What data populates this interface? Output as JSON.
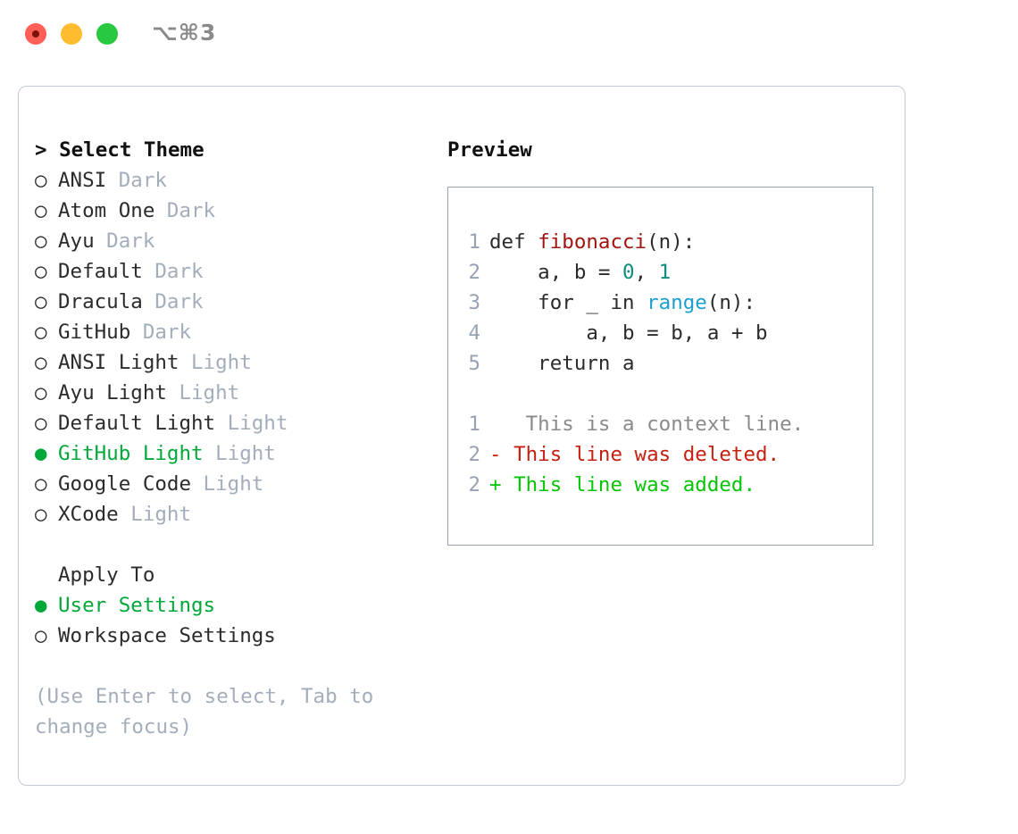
{
  "titlebar": {
    "shortcut": "⌥⌘3",
    "lights": [
      {
        "name": "close",
        "color": "#ff5f57"
      },
      {
        "name": "minimize",
        "color": "#febc2e"
      },
      {
        "name": "maximize",
        "color": "#28c840"
      }
    ]
  },
  "theme_picker": {
    "header": "> Select Theme",
    "marker_selected": "●",
    "marker_unselected": "○",
    "selected_theme": "GitHub Light",
    "items": [
      {
        "marker": "○",
        "name": "ANSI",
        "kind": "Dark",
        "selected": false
      },
      {
        "marker": "○",
        "name": "Atom One",
        "kind": "Dark",
        "selected": false
      },
      {
        "marker": "○",
        "name": "Ayu",
        "kind": "Dark",
        "selected": false
      },
      {
        "marker": "○",
        "name": "Default",
        "kind": "Dark",
        "selected": false
      },
      {
        "marker": "○",
        "name": "Dracula",
        "kind": "Dark",
        "selected": false
      },
      {
        "marker": "○",
        "name": "GitHub",
        "kind": "Dark",
        "selected": false
      },
      {
        "marker": "○",
        "name": "ANSI Light",
        "kind": "Light",
        "selected": false
      },
      {
        "marker": "○",
        "name": "Ayu Light",
        "kind": "Light",
        "selected": false
      },
      {
        "marker": "○",
        "name": "Default Light",
        "kind": "Light",
        "selected": false
      },
      {
        "marker": "●",
        "name": "GitHub Light",
        "kind": "Light",
        "selected": true
      },
      {
        "marker": "○",
        "name": "Google Code",
        "kind": "Light",
        "selected": false
      },
      {
        "marker": "○",
        "name": "XCode",
        "kind": "Light",
        "selected": false
      }
    ]
  },
  "apply_to": {
    "header": "Apply To",
    "selected_option": "User Settings",
    "options": [
      {
        "marker": "●",
        "label": "User Settings",
        "selected": true
      },
      {
        "marker": "○",
        "label": "Workspace Settings",
        "selected": false
      }
    ]
  },
  "hint": "(Use Enter to select, Tab to change focus)",
  "preview": {
    "header": "Preview",
    "code_lines": [
      {
        "lineno": "1",
        "tokens": [
          {
            "text": "def ",
            "style": "plain"
          },
          {
            "text": "fibonacci",
            "style": "func"
          },
          {
            "text": "(n):",
            "style": "plain"
          }
        ]
      },
      {
        "lineno": "2",
        "tokens": [
          {
            "text": "    a, b = ",
            "style": "plain"
          },
          {
            "text": "0",
            "style": "num"
          },
          {
            "text": ", ",
            "style": "plain"
          },
          {
            "text": "1",
            "style": "num"
          }
        ]
      },
      {
        "lineno": "3",
        "tokens": [
          {
            "text": "    for _ in ",
            "style": "plain"
          },
          {
            "text": "range",
            "style": "call"
          },
          {
            "text": "(n):",
            "style": "plain"
          }
        ]
      },
      {
        "lineno": "4",
        "tokens": [
          {
            "text": "        a, b = b, a + b",
            "style": "plain"
          }
        ]
      },
      {
        "lineno": "5",
        "tokens": [
          {
            "text": "    return a",
            "style": "plain"
          }
        ]
      }
    ],
    "diff_lines": [
      {
        "lineno": "1",
        "sign": " ",
        "text": "  This is a context line.",
        "kind": "context"
      },
      {
        "lineno": "2",
        "sign": "-",
        "text": " This line was deleted.",
        "kind": "deleted"
      },
      {
        "lineno": "2",
        "sign": "+",
        "text": " This line was added.",
        "kind": "added"
      }
    ]
  },
  "colors": {
    "accent_green": "#00a83a",
    "diff_add_green": "#06c406",
    "diff_del_red": "#c42111",
    "func_red": "#a01410",
    "number_teal": "#0f8c80",
    "call_blue": "#1b9fd0",
    "muted_gray": "#a4adbb",
    "lineno_gray": "#98a2b3",
    "panel_border": "#c3cad6",
    "preview_border": "#98a2b3"
  }
}
